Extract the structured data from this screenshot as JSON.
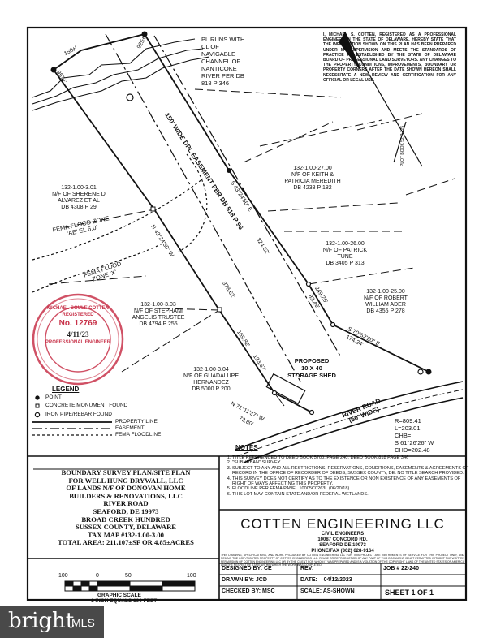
{
  "river_note": [
    "PL RUNS WITH",
    "CL OF",
    "NAVIGABLE",
    "CHANNEL OF",
    "NANTICOKE",
    "RIVER PER DB",
    "818 P 346"
  ],
  "certification": "I, MICHAEL S. COTTEN, REGISTERED AS A PROFESSIONAL ENGINEER IN THE STATE OF DELAWARE, HEREBY STATE THAT THE INFORMATION SHOWN ON THIS PLAN HAS BEEN PREPARED UNDER MY SUPERVISION AND MEETS THE STANDARDS OF PRACTICE AS ESTABLISHED BY THE STATE OF DELAWARE BOARD OF PROFESSIONAL LAND SURVEYORS. ANY CHANGES TO THE PROPERTY CONDITIONS, IMPROVEMENTS, BOUNDARY OR PROPERTY CORNERS AFTER THE DATE SHOWN HEREON SHALL NECESSITATE A NEW REVIEW AND CERTIFICATION FOR ANY OFFICIAL OR LEGAL USE.",
  "plot_book_ref": "PLOT BOOK 52 P 125",
  "dims": {
    "d1504": "150±'",
    "d925": "925±'",
    "d957": "957±'",
    "easement": "150' WIDE DPL EASEMENT PER DB 518 P 96",
    "b1": "S 43°24'50\" E",
    "d32462": "324.62'",
    "d24925": "249.25'",
    "d8349": "83.49'",
    "b2": "N 43°24'50\" W",
    "d37862": "378.62'",
    "d16982": "169.82'",
    "d13367": "133.67'",
    "b3": "S 70°52'20\" E",
    "d17424": "174.24'",
    "b4": "N 71°11'37\" W",
    "d7380": "73.80'"
  },
  "parcels": {
    "keith": [
      "132-1.00-27.00",
      "N/F OF KEITH &",
      "PATRICIA MEREDITH",
      "DB 4238 P 182"
    ],
    "sherene": [
      "132-1.00-3.01",
      "N/F OF SHERENE D",
      "ALVAREZ ET AL",
      "DB 4308 P 29"
    ],
    "patrick": [
      "132-1.00-26.00",
      "N/F OF PATRICK",
      "TUNE",
      "DB 3405 P 313"
    ],
    "robert": [
      "132-1.00-25.00",
      "N/F OF ROBERT",
      "WILLIAM ADER",
      "DB 4355 P 278"
    ],
    "stephani": [
      "132-1.00-3.03",
      "N/F OF STEPHANI",
      "ANGELIS TRUSTEE",
      "DB 4794 P 255"
    ],
    "guadalupe": [
      "132-1.00-3.04",
      "N/F OF GUADALUPE",
      "HERNANDEZ",
      "DB 5000 P 200"
    ]
  },
  "flood": {
    "ae": [
      "FEMA FLOOD ZONE",
      "'AE' EL 6.0'"
    ],
    "x": [
      "FEMA FLOOD",
      "ZONE 'X'"
    ]
  },
  "shed": [
    "PROPOSED",
    "10 X 40",
    "STORAGE SHED"
  ],
  "road": [
    "RIVER ROAD",
    "(50' WIDE)"
  ],
  "curve": [
    "R=809.41",
    "L=203.01",
    "CHB=",
    "S 61°26'26\" W",
    "CHD=202.48"
  ],
  "seal": {
    "name": "MICHAEL SOULE COTTEN",
    "registered": "REGISTERED",
    "number": "No. 12769",
    "title": "PROFESSIONAL ENGINEER",
    "date": "4/11/23"
  },
  "legend": {
    "title": "LEGEND",
    "items": [
      "POINT",
      "CONCRETE MONUMENT FOUND",
      "IRON PIPE/REBAR FOUND",
      "PROPERTY LINE",
      "EASEMENT",
      "FEMA FLOODLINE"
    ]
  },
  "notes": {
    "title": "NOTES",
    "items": [
      "TITLE REFERENCED TO DEED BOOK 5700, PAGE 240. DEED BOOK 818 PAGE 346",
      "\"SUBURBAN\" SURVEY.",
      "SUBJECT TO ANY AND ALL RESTRICTIONS, RESERVATIONS, CONDITIONS, EASEMENTS & AGREEMENTS OF RECORD IN THE OFFICE OF RECORDER OF DEEDS, SUSSEX COUNTY, DE. NO TITLE SEARCH PROVIDED.",
      "THIS SURVEY DOES NOT CERTIFY AS TO THE EXISTENCE OR NON EXISTENCE OF ANY EASEMENTS OF RIGHT OF WAYS AFFECTING THIS PROPERTY.",
      "FLOODLINE PER FEMA PANEL 10005C0263L (06/20/18)",
      "THIS LOT MAY CONTAIN STATE AND/OR FEDERAL WETLANDS."
    ]
  },
  "title_block": [
    "BOUNDARY SURVEY PLAN/SITE PLAN",
    "FOR WELL HUNG DRYWALL, LLC",
    "OF LANDS N/F OF DONOVAN HOME",
    "BUILDERS & RENOVATIONS, LLC",
    "RIVER ROAD",
    "SEAFORD, DE 19973",
    "BROAD CREEK HUNDRED",
    "SUSSEX COUNTY, DELAWARE",
    "TAX MAP #132-1.00-3.00",
    "TOTAL AREA: 211,107±SF OR 4.85±ACRES"
  ],
  "company": {
    "name": "COTTEN ENGINEERING LLC",
    "lines": [
      "CIVIL ENGINEERS",
      "10087 CONCORD RD.",
      "SEAFORD DE 19973",
      "PHONE/FAX (302) 628-9164"
    ],
    "disclaimer": "THIS DRAWING, SPECIFICATIONS, AND WORK PRODUCED BY COTTEN ENGINEERING LLC FOR THIS PROJECT ARE INSTRUMENTS OF SERVICE FOR THIS PROJECT ONLY, AND REMAIN THE COPYRIGHTED PROPERTY OF COTTEN ENGINEERING LLC. REUSE OR REPRODUCTION OF ANY PART OF THIS DOCUMENT IS NOT PERMITTED WITHOUT THE WRITTEN PERMISSION OF COTTEN ENGINEERING LLC OR BY THE CLIENT FOR WHOM IT WAS PREPARED AND IS A VIOLATION OF THE COPYRIGHT LAWS OF THE UNITED STATES OF AMERICA AND THE RESPECTIVE STATE WITHIN WHICH THE WORK WAS COMPLETED."
  },
  "meta": {
    "designed": "DESIGNED BY: CE",
    "rev": "REV:",
    "job": "JOB # 22-240",
    "drawn": "DRAWN BY: JCD",
    "date": "DATE:    04/12/2023",
    "checked": "CHECKED BY: MSC",
    "scale": "SCALE: AS-SHOWN",
    "sheet": "SHEET 1 OF 1"
  },
  "scale_bar": {
    "labels": [
      "100",
      "0",
      "50",
      "100"
    ],
    "caption1": "GRAPHIC SCALE",
    "caption2": "1 INCH EQUALS 100 FEET"
  },
  "watermark": {
    "brand": "bright",
    "suffix": "MLS"
  },
  "colors": {
    "seal": "#c8334a",
    "ink": "#111111",
    "watermark_bg": "#3a3a3a"
  }
}
